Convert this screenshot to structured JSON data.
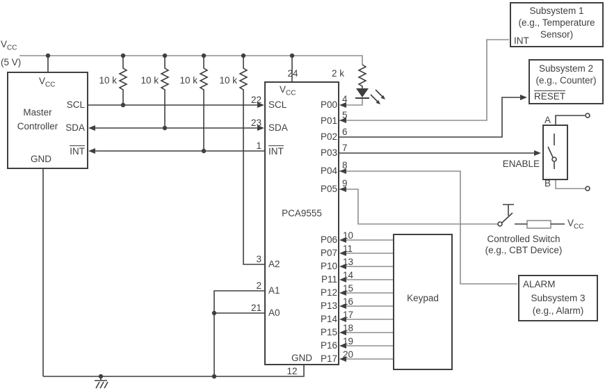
{
  "power": {
    "vcc": "V",
    "vcc_sub": "CC",
    "value": "(5 V)"
  },
  "resistors": {
    "pullups": [
      "10 k",
      "10 k",
      "10 k",
      "10 k"
    ],
    "led_series": "2 k"
  },
  "master_controller": {
    "line1": "Master",
    "line2": "Controller",
    "pin_vcc": "V",
    "pin_vcc_sub": "CC",
    "pin_scl": "SCL",
    "pin_sda": "SDA",
    "pin_int": "INT",
    "pin_gnd": "GND"
  },
  "pca9555": {
    "name": "PCA9555",
    "pin_vcc": "V",
    "pin_vcc_sub": "CC",
    "pin_vcc_num": "24",
    "pin_gnd": "GND",
    "pin_gnd_num": "12",
    "left_pins": [
      {
        "num": "22",
        "label": "SCL"
      },
      {
        "num": "23",
        "label": "SDA"
      },
      {
        "num": "1",
        "label": "INT"
      },
      {
        "num": "3",
        "label": "A2"
      },
      {
        "num": "2",
        "label": "A1"
      },
      {
        "num": "21",
        "label": "A0"
      }
    ],
    "right_pins_top": [
      {
        "num": "4",
        "label": "P00"
      },
      {
        "num": "5",
        "label": "P01"
      },
      {
        "num": "6",
        "label": "P02"
      },
      {
        "num": "7",
        "label": "P03"
      },
      {
        "num": "8",
        "label": "P04"
      },
      {
        "num": "9",
        "label": "P05"
      }
    ],
    "right_pins_bottom": [
      {
        "num": "10",
        "label": "P06"
      },
      {
        "num": "11",
        "label": "P07"
      },
      {
        "num": "13",
        "label": "P10"
      },
      {
        "num": "14",
        "label": "P11"
      },
      {
        "num": "15",
        "label": "P12"
      },
      {
        "num": "16",
        "label": "P13"
      },
      {
        "num": "17",
        "label": "P14"
      },
      {
        "num": "18",
        "label": "P15"
      },
      {
        "num": "19",
        "label": "P16"
      },
      {
        "num": "20",
        "label": "P17"
      }
    ]
  },
  "keypad": {
    "label": "Keypad"
  },
  "subsystem1": {
    "line1": "Subsystem 1",
    "line2": "(e.g., Temperature",
    "line3": "Sensor)",
    "pin": "INT"
  },
  "subsystem2": {
    "line1": "Subsystem 2",
    "line2": "(e.g., Counter)",
    "pin": "RESET"
  },
  "subsystem3": {
    "pin": "ALARM",
    "line1": "Subsystem 3",
    "line2": "(e.g., Alarm)"
  },
  "enable_switch": {
    "terminal_a": "A",
    "terminal_b": "B",
    "label": "ENABLE"
  },
  "controlled_switch": {
    "line1": "Controlled Switch",
    "line2": "(e.g., CBT Device)",
    "vcc": "V",
    "vcc_sub": "CC"
  },
  "colors": {
    "line_dark": "#3f3f3f",
    "line_light": "#8e8e8e",
    "background": "#ffffff"
  }
}
